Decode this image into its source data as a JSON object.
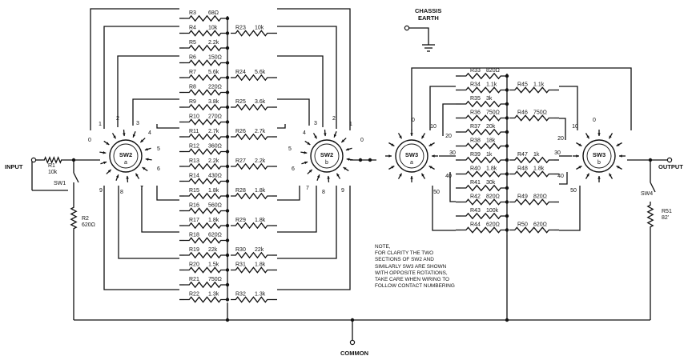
{
  "labels": {
    "input": "INPUT",
    "output": "OUTPUT",
    "common": "COMMON",
    "chassis_line1": "CHASSIS",
    "chassis_line2": "EARTH",
    "sw1": "SW1",
    "sw4": "SW4",
    "r1_name": "R1",
    "r1_value": "10k",
    "r2_name": "R2",
    "r2_value": "620Ω",
    "r51_name": "R51",
    "r51_value": "82'"
  },
  "switches": {
    "sw2a": {
      "name": "SW2",
      "section": "a"
    },
    "sw2b": {
      "name": "SW2",
      "section": "b"
    },
    "sw3a": {
      "name": "SW3",
      "section": "a"
    },
    "sw3b": {
      "name": "SW3",
      "section": "b"
    }
  },
  "sw2_contacts": [
    "0",
    "1",
    "2",
    "3",
    "4",
    "5",
    "6",
    "7",
    "8",
    "9"
  ],
  "sw3_contacts": [
    "0",
    "10",
    "20",
    "30",
    "40",
    "50"
  ],
  "ladder_left": [
    {
      "name": "R3",
      "value": "68Ω"
    },
    {
      "name": "R4",
      "value": "10k"
    },
    {
      "name": "R5",
      "value": "2.2k"
    },
    {
      "name": "R6",
      "value": "150Ω"
    },
    {
      "name": "R7",
      "value": "5.6k"
    },
    {
      "name": "R8",
      "value": "220Ω"
    },
    {
      "name": "R9",
      "value": "3.8k"
    },
    {
      "name": "R10",
      "value": "270Ω"
    },
    {
      "name": "R11",
      "value": "2.7k"
    },
    {
      "name": "R12",
      "value": "360Ω"
    },
    {
      "name": "R13",
      "value": "2.2k"
    },
    {
      "name": "R14",
      "value": "430Ω"
    },
    {
      "name": "R15",
      "value": "1.8k"
    },
    {
      "name": "R16",
      "value": "560Ω"
    },
    {
      "name": "R17",
      "value": "1.8k"
    },
    {
      "name": "R18",
      "value": "620Ω"
    },
    {
      "name": "R19",
      "value": "22k"
    },
    {
      "name": "R20",
      "value": "1.5k"
    },
    {
      "name": "R21",
      "value": "750Ω"
    },
    {
      "name": "R22",
      "value": "1.3k"
    }
  ],
  "ladder_left_shunt": [
    {
      "name": "R23",
      "value": "10k"
    },
    {
      "name": "R24",
      "value": "5.6k"
    },
    {
      "name": "R25",
      "value": "3.6k"
    },
    {
      "name": "R26",
      "value": "2.7k"
    },
    {
      "name": "R27",
      "value": "2.2k"
    },
    {
      "name": "R28",
      "value": "1.8k"
    },
    {
      "name": "R29",
      "value": "1.8k"
    },
    {
      "name": "R30",
      "value": "22k"
    },
    {
      "name": "R31",
      "value": "1.8k"
    },
    {
      "name": "R32",
      "value": "1.3k"
    }
  ],
  "ladder_right": [
    {
      "name": "R33",
      "value": "820Ω"
    },
    {
      "name": "R34",
      "value": "1.1k"
    },
    {
      "name": "R35",
      "value": "3k"
    },
    {
      "name": "R36",
      "value": "750Ω"
    },
    {
      "name": "R37",
      "value": "20k"
    },
    {
      "name": "R38",
      "value": "18k"
    },
    {
      "name": "R39",
      "value": "1k"
    },
    {
      "name": "R40",
      "value": "1.8k"
    },
    {
      "name": "R41",
      "value": "30k"
    },
    {
      "name": "R42",
      "value": "820Ω"
    },
    {
      "name": "R43",
      "value": "100k"
    },
    {
      "name": "R44",
      "value": "620Ω"
    }
  ],
  "ladder_right_shunt": [
    {
      "name": "R45",
      "value": "1.1k"
    },
    {
      "name": "R46",
      "value": "750Ω"
    },
    {
      "name": "R47",
      "value": "1k"
    },
    {
      "name": "R48",
      "value": "1.8k"
    },
    {
      "name": "R49",
      "value": "820Ω"
    },
    {
      "name": "R50",
      "value": "620Ω"
    }
  ],
  "note": {
    "line1": "NOTE,",
    "line2": "FOR CLARITY THE TWO",
    "line3": "SECTIONS OF SW2 AND",
    "line4": "SIMILARLY SW3 ARE SHOWN",
    "line5": "WITH OPPOSITE ROTATIONS,",
    "line6": "TAKE CARE WHEN WIRING TO",
    "line7": "FOLLOW CONTACT NUMBERING"
  }
}
